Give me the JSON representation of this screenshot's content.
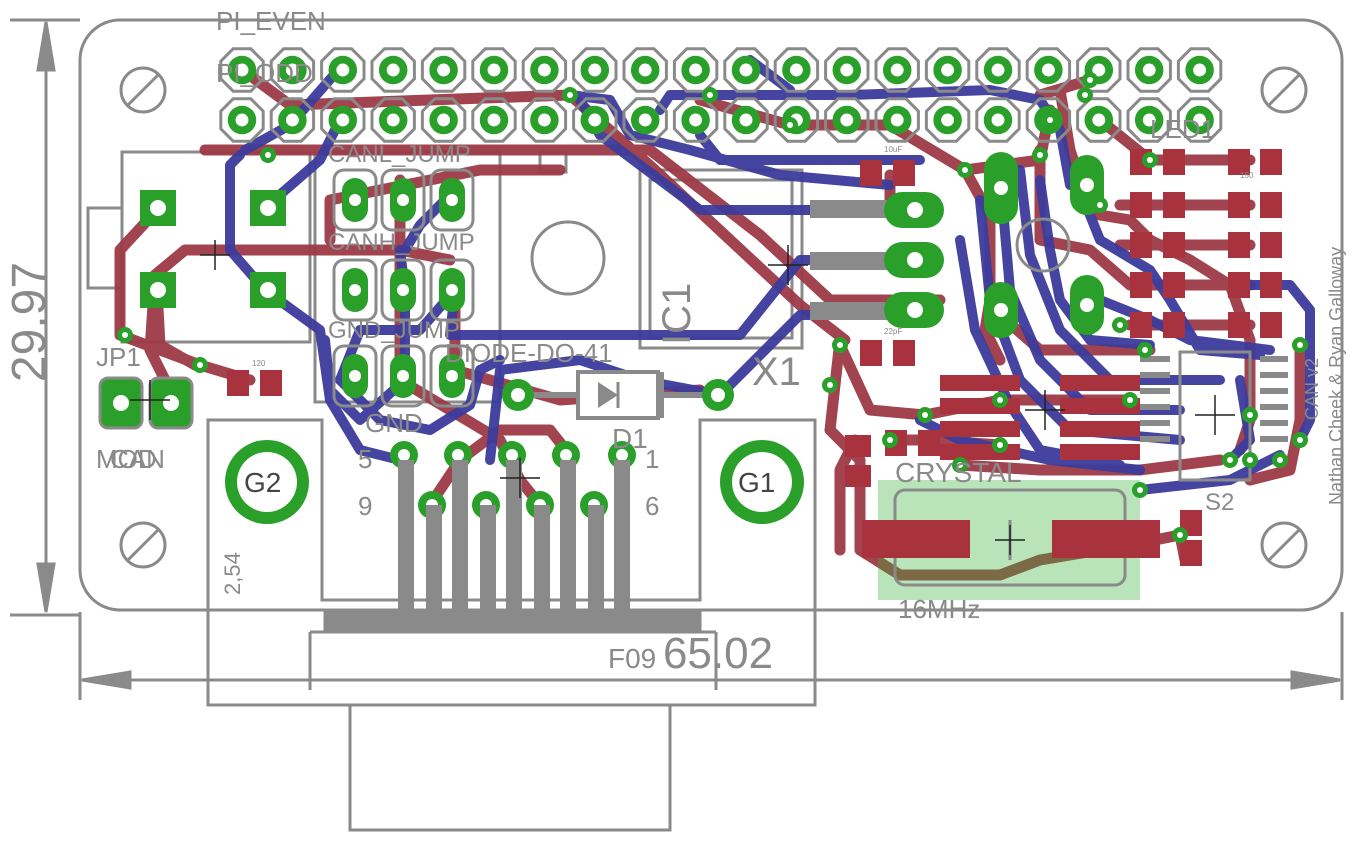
{
  "colors": {
    "background": "#ffffff",
    "outline": "#8a8a8a",
    "top_copper": "#9c3a46",
    "bottom_copper": "#3c3c9c",
    "pad_copper": "#2aa02a",
    "smd_pad": "#a8323e",
    "silk": "#8a8a8a",
    "drill": "#ffffff",
    "crystal_fill": "#37b037"
  },
  "labels": {
    "pi_even": "PI_EVEN",
    "pi_odd": "PI_ODD",
    "can_l_jump": "CANL_JUMP",
    "can_h_jump": "CANH_JUMP",
    "gnd_jump": "GND_JUMP",
    "gnd": "GND",
    "jp1": "JP1",
    "can": "CAN",
    "mod": "MOD",
    "diode_package": "DIODE-DO-41",
    "d1": "D1",
    "ic1": "IC1",
    "x1": "X1",
    "crystal": "CRYSTAL",
    "freq": "16MHz",
    "g1": "G1",
    "g2": "G2",
    "pin5": "5",
    "pin1": "1",
    "pin9": "9",
    "pin6": "6",
    "pitch": "2,54",
    "connector": "F09",
    "dim_h": "65.02",
    "dim_v": "29.97",
    "led1": "LED1",
    "credits": "Nathan Cheek & Ryan Galloway",
    "rev": "CAN v2",
    "s2": "S2",
    "cap_10uf": "10uF",
    "cap_22pf": "22pF",
    "r120": "120",
    "r150": "150"
  }
}
